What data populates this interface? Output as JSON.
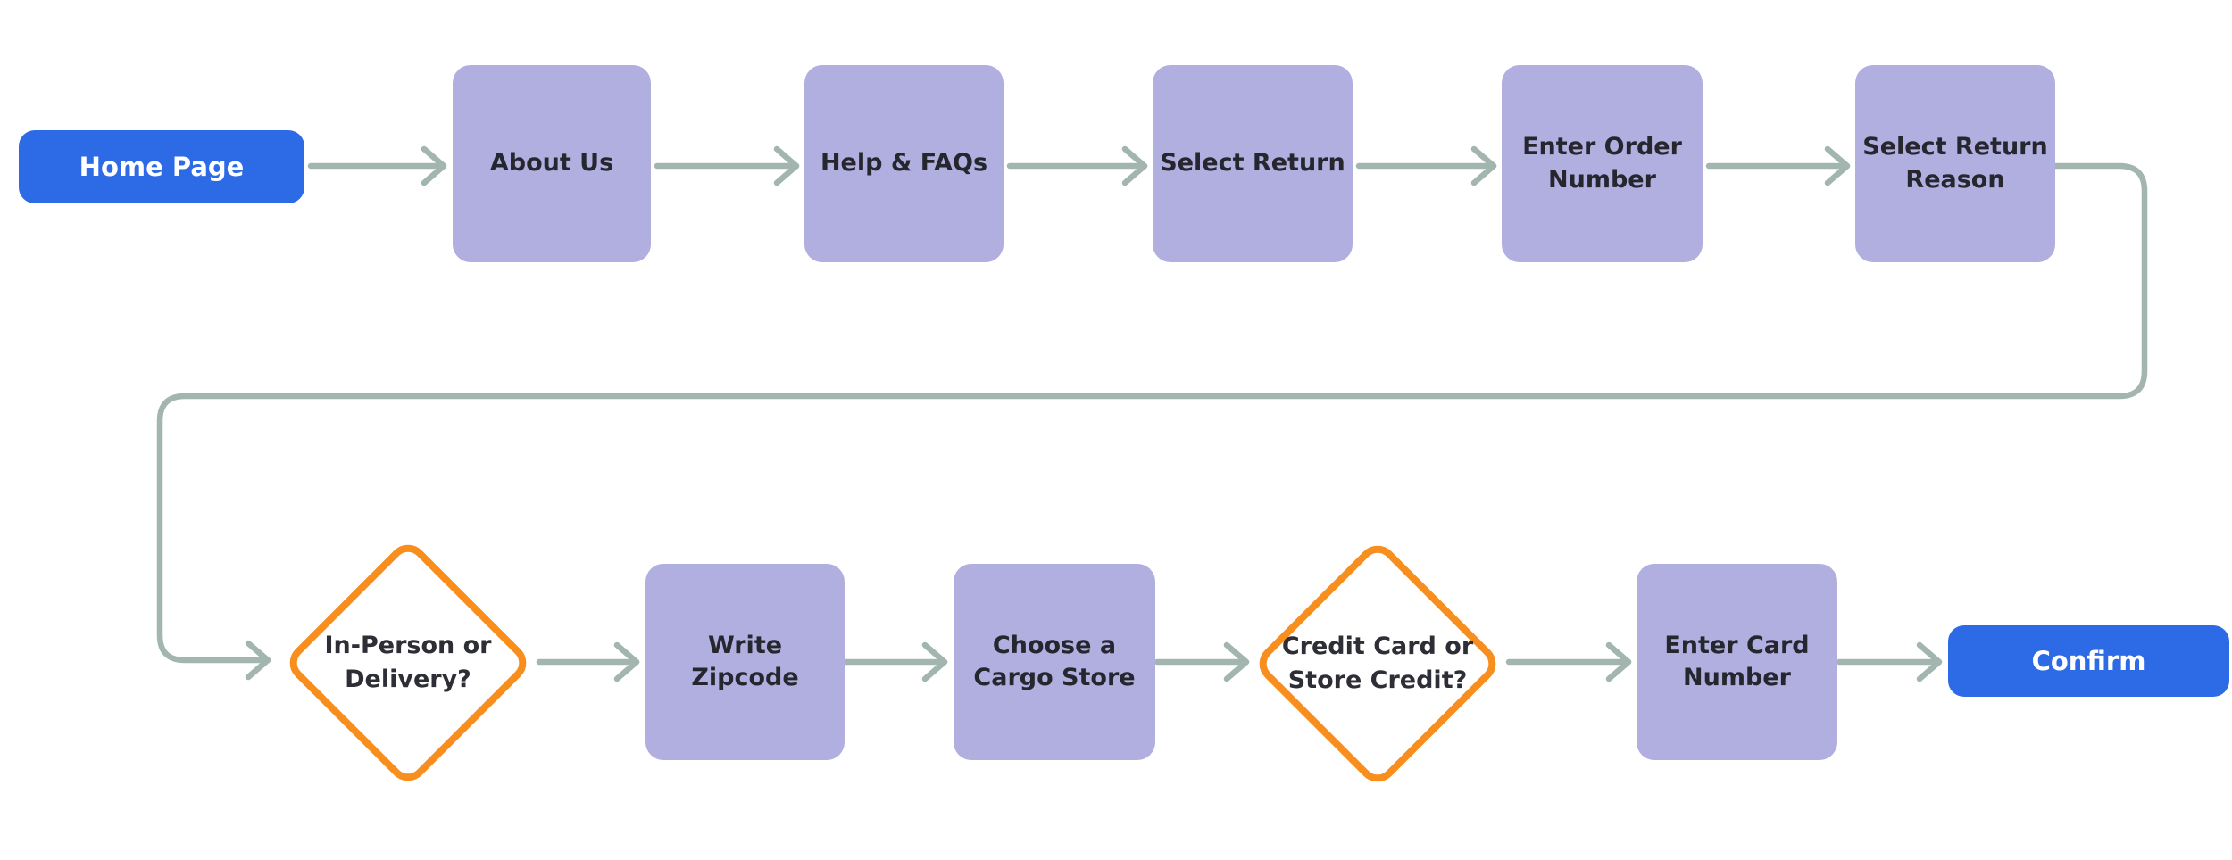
{
  "diagram": {
    "kind": "flowchart",
    "background": "#FFFFFF",
    "colors": {
      "start_end_fill": "#2D6AE6",
      "process_fill": "#B1AEE0",
      "decision_stroke": "#F78E1E",
      "decision_fill": "#FFFFFF",
      "connector": "#A2B5AE",
      "process_text": "#26262E",
      "start_end_text": "#FFFFFF"
    },
    "nodes": [
      {
        "id": "home-page",
        "type": "start",
        "label": "Home Page"
      },
      {
        "id": "about-us",
        "type": "process",
        "label": "About Us"
      },
      {
        "id": "help-faqs",
        "type": "process",
        "label": "Help & FAQs"
      },
      {
        "id": "select-return",
        "type": "process",
        "label": "Select Return"
      },
      {
        "id": "enter-order-number",
        "type": "process",
        "label": "Enter Order Number"
      },
      {
        "id": "select-return-reason",
        "type": "process",
        "label": "Select Return Reason"
      },
      {
        "id": "in-person-or-delivery",
        "type": "decision",
        "label": "In-Person or Delivery?"
      },
      {
        "id": "write-zipcode",
        "type": "process",
        "label": "Write Zipcode"
      },
      {
        "id": "choose-a-cargo-store",
        "type": "process",
        "label": "Choose a Cargo Store"
      },
      {
        "id": "credit-card-or-store-credit",
        "type": "decision",
        "label": "Credit Card or Store Credit?"
      },
      {
        "id": "enter-card-number",
        "type": "process",
        "label": "Enter Card Number"
      },
      {
        "id": "confirm",
        "type": "end",
        "label": "Confirm"
      }
    ],
    "edges": [
      {
        "from": "home-page",
        "to": "about-us"
      },
      {
        "from": "about-us",
        "to": "help-faqs"
      },
      {
        "from": "help-faqs",
        "to": "select-return"
      },
      {
        "from": "select-return",
        "to": "enter-order-number"
      },
      {
        "from": "enter-order-number",
        "to": "select-return-reason"
      },
      {
        "from": "select-return-reason",
        "to": "in-person-or-delivery"
      },
      {
        "from": "in-person-or-delivery",
        "to": "write-zipcode"
      },
      {
        "from": "write-zipcode",
        "to": "choose-a-cargo-store"
      },
      {
        "from": "choose-a-cargo-store",
        "to": "credit-card-or-store-credit"
      },
      {
        "from": "credit-card-or-store-credit",
        "to": "enter-card-number"
      },
      {
        "from": "enter-card-number",
        "to": "confirm"
      }
    ]
  }
}
